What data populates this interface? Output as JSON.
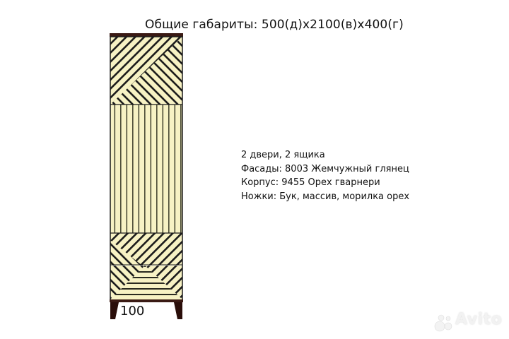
{
  "header": {
    "title": "Общие габариты: 500(д)x2100(в)x400(г)"
  },
  "specs": {
    "lines": [
      "2 двери, 2 ящика",
      "Фасады: 8003 Жемчужный глянец",
      "Корпус: 9455 Орех гварнери",
      "Ножки: Бук, массив, морилка орех"
    ]
  },
  "drawing": {
    "leg_height_label": "100",
    "colors": {
      "facade": "#f7f2c4",
      "line": "#1a1a1a",
      "frame": "#3a1a14"
    },
    "sections": [
      "top-diagonal-door",
      "vertical-slat-door",
      "upper-drawer-diagonal",
      "lower-drawer-triangle"
    ]
  },
  "watermark": {
    "label": "Avito"
  }
}
